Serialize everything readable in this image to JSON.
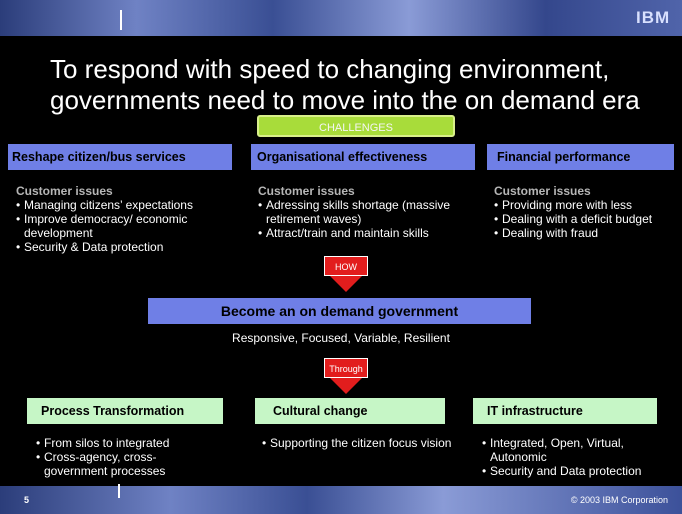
{
  "header": {
    "logo": "IBM"
  },
  "title": {
    "line1": "To respond with speed to changing environment,",
    "line2": "governments need to move into the on demand era"
  },
  "challenges_label": "CHALLENGES",
  "columns": [
    {
      "heading": "Reshape citizen/bus services",
      "issues_label": "Customer issues",
      "items": [
        "Managing citizens’ expectations",
        "Improve democracy/ economic development",
        "Security & Data protection"
      ]
    },
    {
      "heading": "Organisational effectiveness",
      "issues_label": "Customer issues",
      "items": [
        "Adressing skills shortage (massive retirement waves)",
        "Attract/train and maintain skills"
      ]
    },
    {
      "heading": "Financial performance",
      "issues_label": "Customer issues",
      "items": [
        "Providing more with less",
        "Dealing with a deficit budget",
        "Dealing with fraud"
      ]
    }
  ],
  "arrow_how": "HOW",
  "center": {
    "title": "Become an on demand government",
    "subtitle": "Responsive, Focused, Variable, Resilient"
  },
  "arrow_through": "Through",
  "bottom": [
    {
      "heading": "Process Transformation",
      "items": [
        "From silos to integrated",
        "Cross-agency, cross-government processes"
      ]
    },
    {
      "heading": "Cultural change",
      "items": [
        "Supporting the citizen focus vision"
      ]
    },
    {
      "heading": "IT infrastructure",
      "items": [
        "Integrated, Open, Virtual, Autonomic",
        "Security and Data protection"
      ]
    }
  ],
  "footer": {
    "page": "5",
    "copyright": "© 2003 IBM Corporation"
  },
  "colors": {
    "blue_header": "#6f7fe6",
    "green_header": "#c6f6c6",
    "arrow": "#e21d1d",
    "challenges": "#a8dc3a"
  }
}
